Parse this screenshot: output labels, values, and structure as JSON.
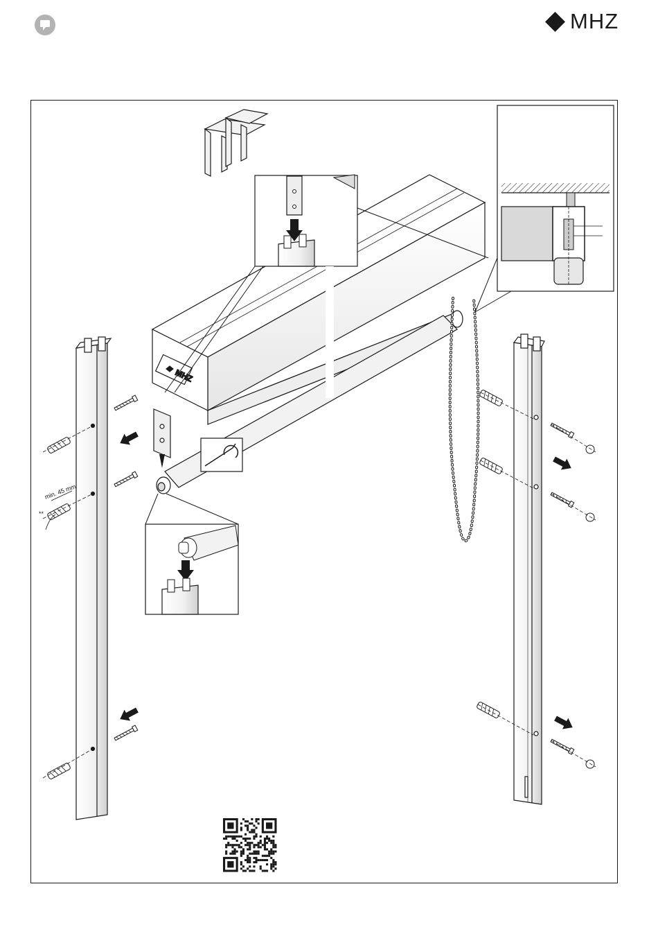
{
  "header": {
    "page_icon": "speech-bubble-icon",
    "brand": "MHZ",
    "brand_mark": "diamond-icon"
  },
  "drawing": {
    "spacing_label": "min. 45 mm",
    "note_mark": "**",
    "cassette_logo": "MHZ",
    "qr_code": "qr-code"
  },
  "colors": {
    "line": "#1a1a1a",
    "part_fill": "#f2f2f2",
    "shade": "#d9d9d9",
    "icon_gray": "#b3b3b3"
  }
}
